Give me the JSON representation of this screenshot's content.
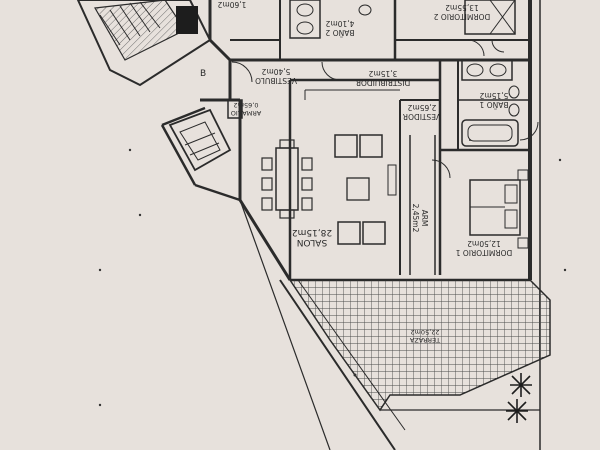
{
  "colors": {
    "paper": "#e7e1dc",
    "ink": "#2b2b2b",
    "grid": "#4a4a4a"
  },
  "rooms": {
    "dorm2": {
      "name": "DORMITORIO 2",
      "area": "13,55m2"
    },
    "bano2": {
      "name": "BAÑO 2",
      "area": "4,10m2"
    },
    "distribuidor": {
      "name": "DISTRIBUIDOR",
      "area": "3,15m2"
    },
    "vestibulo": {
      "name": "VESTIBULO",
      "area": "5,40m2"
    },
    "armario": {
      "name": "ARMARIO",
      "area": "0,65m2"
    },
    "vestidor": {
      "name": "VESTIDOR",
      "area": "2,65m2"
    },
    "bano1": {
      "name": "BAÑO 1",
      "area": "5,15m2"
    },
    "salon": {
      "name": "SALON",
      "area": "28,15m2"
    },
    "arm": {
      "name": "ARM",
      "area": "2,45m2"
    },
    "dorm1": {
      "name": "DORMITORIO 1",
      "area": "12,50m2"
    },
    "terraza": {
      "name": "TERRAZA",
      "area": "22,50m2"
    }
  },
  "markers": {
    "b": "B",
    "top_fragment": "1,60m2"
  },
  "icons": {
    "tree": "tree-icon",
    "bed": "bed-icon",
    "bathtub": "bathtub-icon",
    "table": "dining-table-icon",
    "sofa": "sofa-icon",
    "stair": "stair-icon",
    "sink": "sink-icon",
    "toilet": "toilet-icon"
  }
}
